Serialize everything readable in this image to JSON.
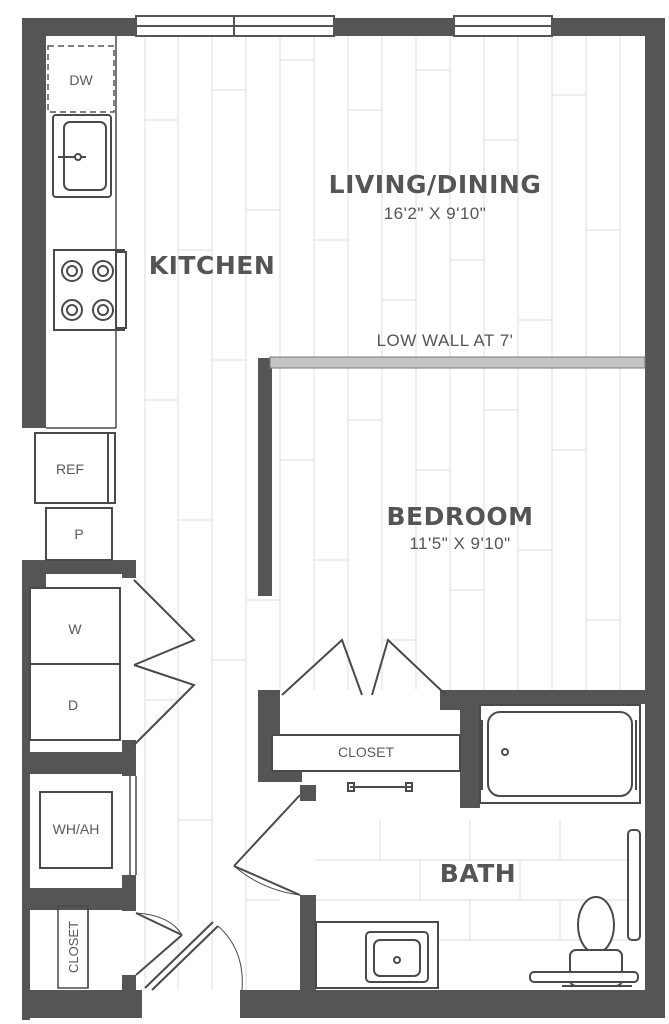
{
  "rooms": {
    "living_dining": {
      "name": "LIVING/DINING",
      "dimensions": "16'2\" X 9'10\""
    },
    "kitchen": {
      "name": "KITCHEN"
    },
    "bedroom": {
      "name": "BEDROOM",
      "dimensions": "11'5\" X 9'10\""
    },
    "bath": {
      "name": "BATH"
    },
    "bedroom_closet": {
      "name": "CLOSET"
    },
    "entry_closet": {
      "name": "CLOSET"
    }
  },
  "notes": {
    "low_wall": "LOW WALL AT 7'"
  },
  "fixtures": {
    "dishwasher": "DW",
    "refrigerator": "REF",
    "pantry": "P",
    "washer": "W",
    "dryer": "D",
    "water_heater": "WH/AH"
  },
  "colors": {
    "wall": "#555555",
    "floor_line": "#d6d6d6",
    "fixture_line": "#4a4a4a",
    "low_wall": "#bdbdbd"
  }
}
